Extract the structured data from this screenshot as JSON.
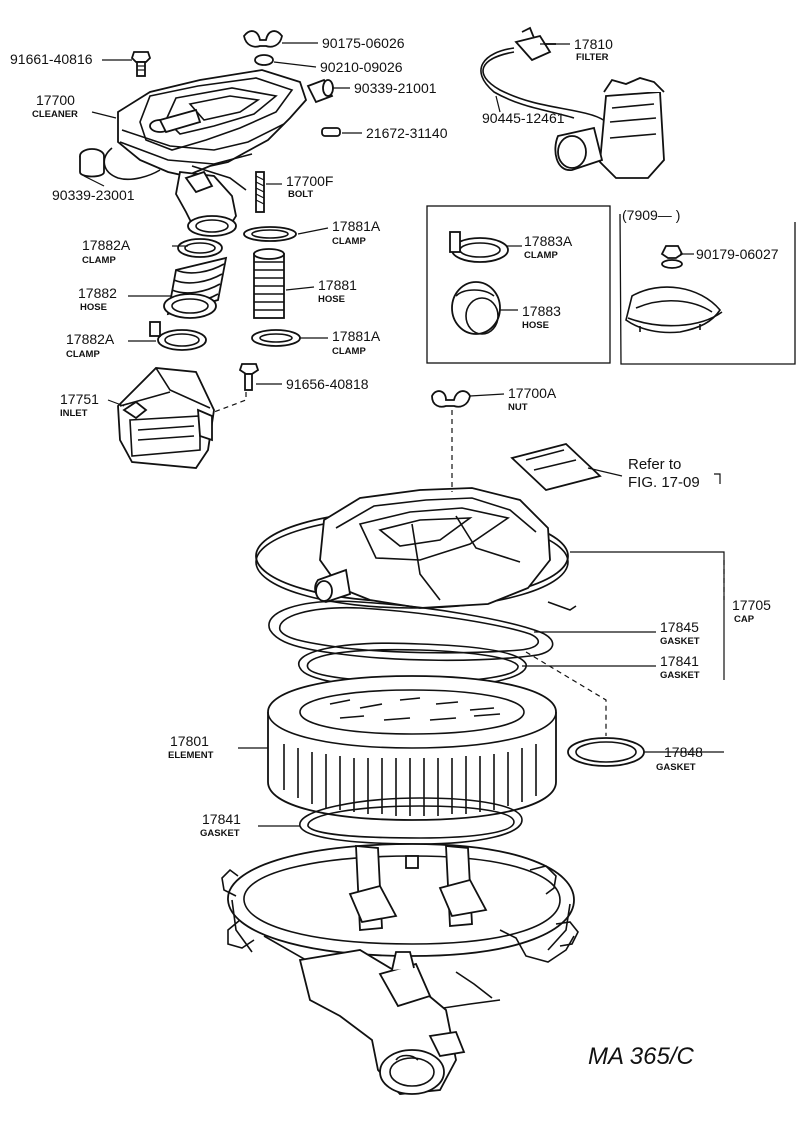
{
  "parts": {
    "p91661_40816": {
      "num": "91661-40816"
    },
    "p90175_06026": {
      "num": "90175-06026"
    },
    "p90210_09026": {
      "num": "90210-09026"
    },
    "p90339_21001": {
      "num": "90339-21001"
    },
    "p17700": {
      "num": "17700",
      "name": "CLEANER"
    },
    "p21672_31140": {
      "num": "21672-31140"
    },
    "p90339_23001": {
      "num": "90339-23001"
    },
    "p17700F": {
      "num": "17700F",
      "name": "BOLT"
    },
    "p17882A_top": {
      "num": "17882A",
      "name": "CLAMP"
    },
    "p17881A_top": {
      "num": "17881A",
      "name": "CLAMP"
    },
    "p17882": {
      "num": "17882",
      "name": "HOSE"
    },
    "p17881": {
      "num": "17881",
      "name": "HOSE"
    },
    "p17882A_bot": {
      "num": "17882A",
      "name": "CLAMP"
    },
    "p17881A_bot": {
      "num": "17881A",
      "name": "CLAMP"
    },
    "p17751": {
      "num": "17751",
      "name": "INLET"
    },
    "p91656_40818": {
      "num": "91656-40818"
    },
    "p17810": {
      "num": "17810",
      "name": "FILTER"
    },
    "p90445_12461": {
      "num": "90445-12461"
    },
    "p17883A": {
      "num": "17883A",
      "name": "CLAMP"
    },
    "p17883": {
      "num": "17883",
      "name": "HOSE"
    },
    "p90179_06027": {
      "num": "90179-06027"
    },
    "p17700A": {
      "num": "17700A",
      "name": "NUT"
    },
    "p17705": {
      "num": "17705",
      "name": "CAP"
    },
    "p17845": {
      "num": "17845",
      "name": "GASKET"
    },
    "p17841_top": {
      "num": "17841",
      "name": "GASKET"
    },
    "p17848": {
      "num": "17848",
      "name": "GASKET"
    },
    "p17801": {
      "num": "17801",
      "name": "ELEMENT"
    },
    "p17841_bot": {
      "num": "17841",
      "name": "GASKET"
    }
  },
  "inset_label": "(7909—        )",
  "refer": {
    "line1": "Refer to",
    "line2": "FIG. 17-09"
  },
  "drawing_code": "MA 365/C"
}
